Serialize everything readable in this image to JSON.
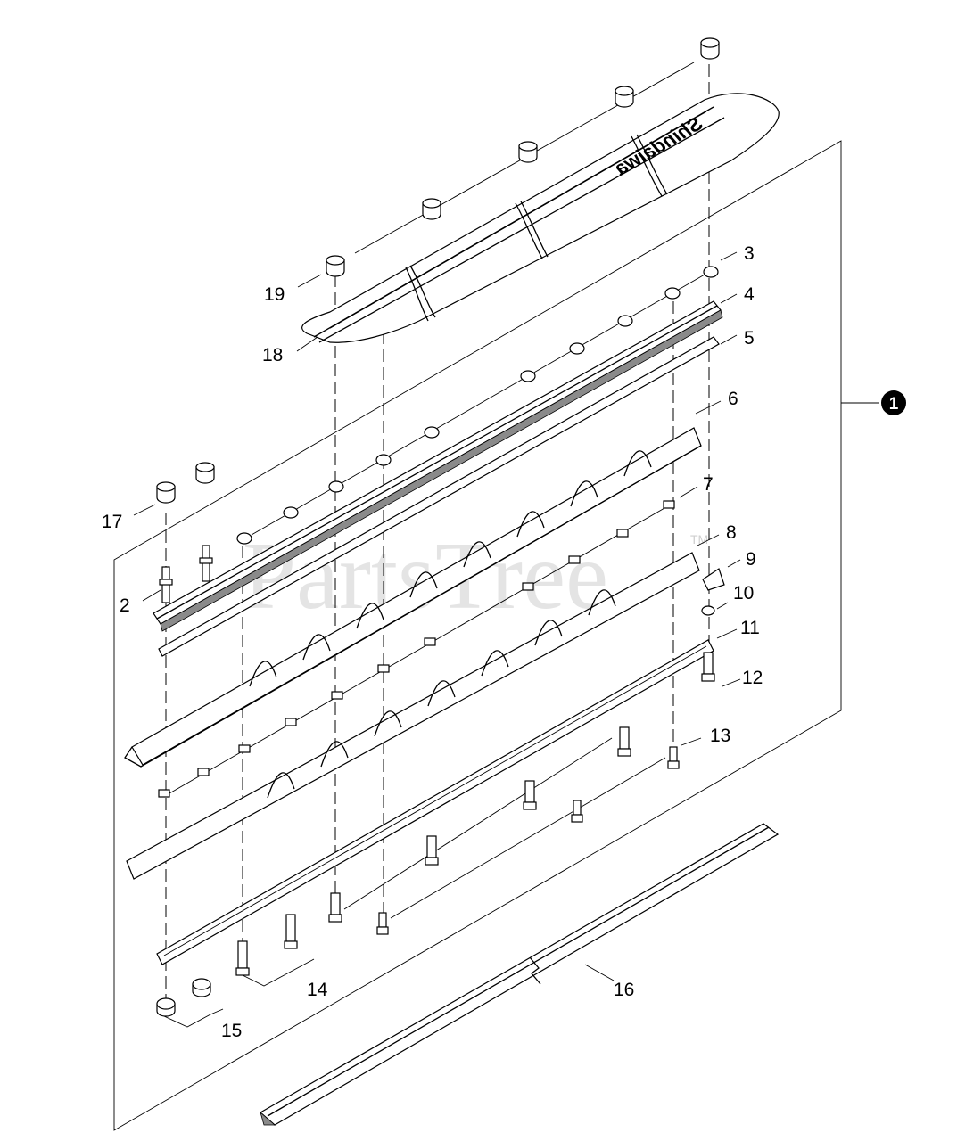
{
  "brand_text": "Shindaiwa",
  "watermark": {
    "text": "PartsTree",
    "tm": "TM"
  },
  "assembly_callout": "1",
  "callouts": [
    {
      "id": "c2",
      "label": "2"
    },
    {
      "id": "c3",
      "label": "3"
    },
    {
      "id": "c4",
      "label": "4"
    },
    {
      "id": "c5",
      "label": "5"
    },
    {
      "id": "c6",
      "label": "6"
    },
    {
      "id": "c7",
      "label": "7"
    },
    {
      "id": "c8",
      "label": "8"
    },
    {
      "id": "c9",
      "label": "9"
    },
    {
      "id": "c10",
      "label": "10"
    },
    {
      "id": "c11",
      "label": "11"
    },
    {
      "id": "c12",
      "label": "12"
    },
    {
      "id": "c13",
      "label": "13"
    },
    {
      "id": "c14",
      "label": "14"
    },
    {
      "id": "c15",
      "label": "15"
    },
    {
      "id": "c16",
      "label": "16"
    },
    {
      "id": "c17",
      "label": "17"
    },
    {
      "id": "c18",
      "label": "18"
    },
    {
      "id": "c19",
      "label": "19"
    }
  ]
}
